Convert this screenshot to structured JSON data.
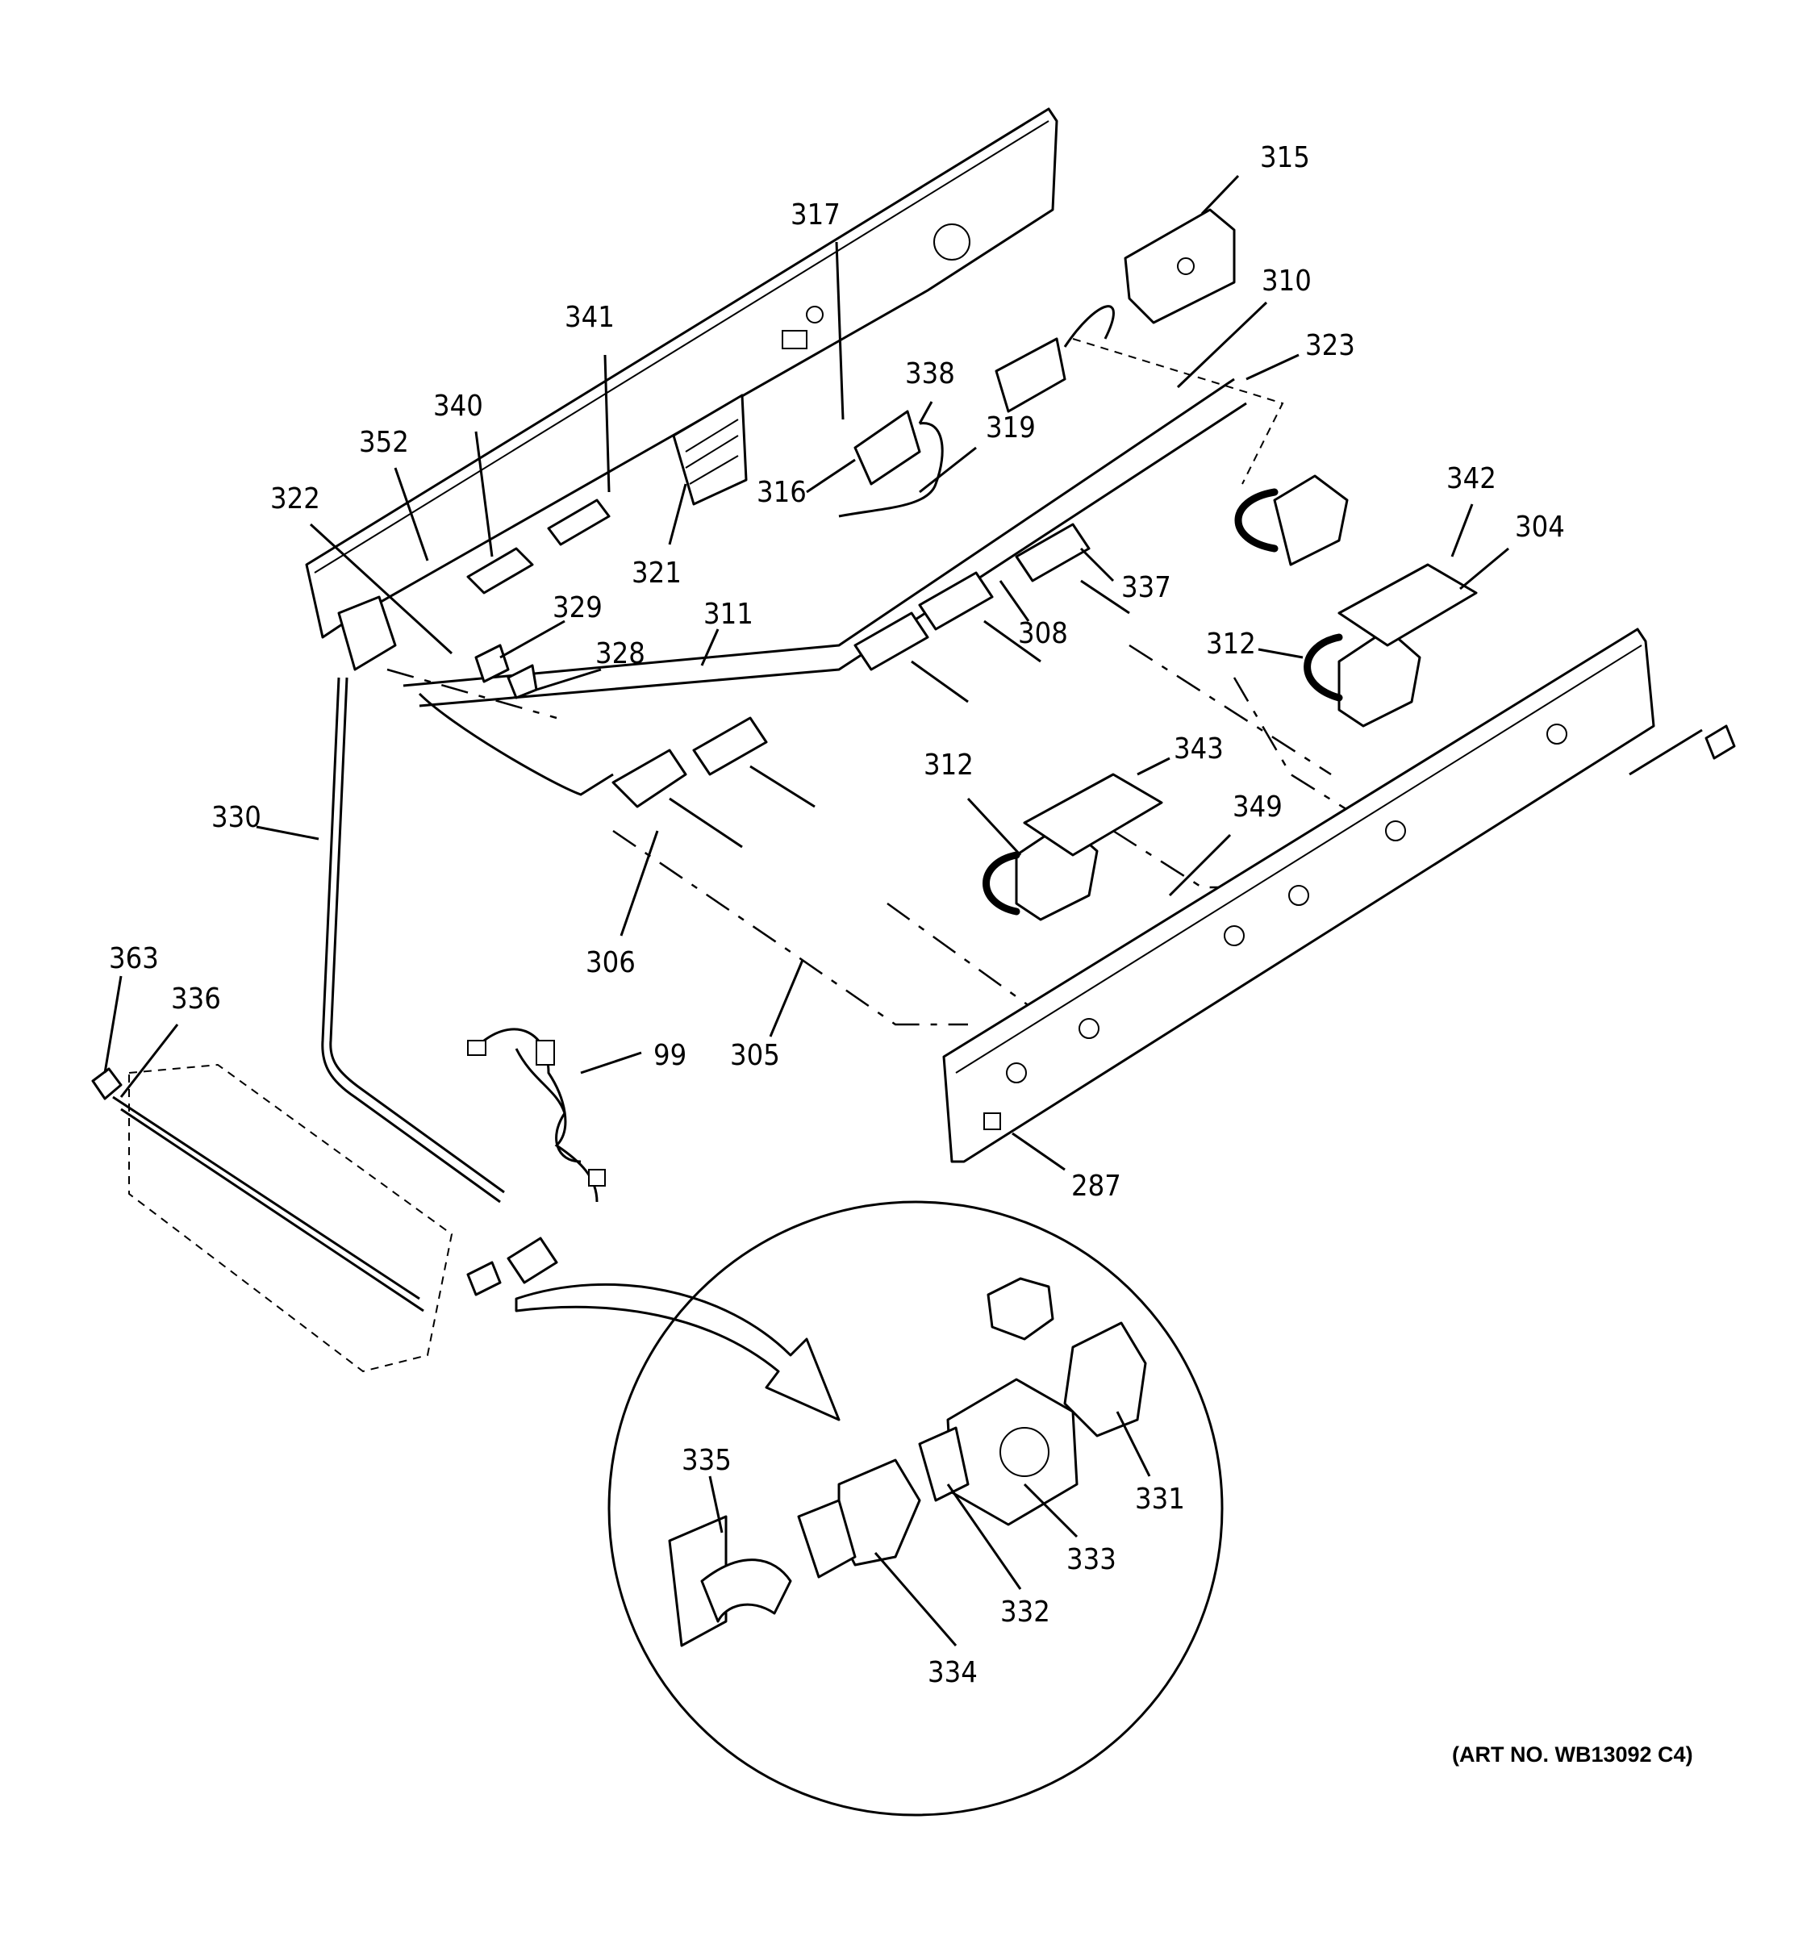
{
  "callouts": {
    "c315": "315",
    "c317": "317",
    "c310": "310",
    "c323": "323",
    "c341": "341",
    "c338": "338",
    "c340": "340",
    "c319": "319",
    "c352": "352",
    "c342": "342",
    "c322": "322",
    "c316": "316",
    "c304": "304",
    "c321": "321",
    "c337": "337",
    "c329": "329",
    "c308": "308",
    "c311": "311",
    "c328": "328",
    "c312a": "312",
    "c343": "343",
    "c312b": "312",
    "c330": "330",
    "c349": "349",
    "c306": "306",
    "c363": "363",
    "c336": "336",
    "c99": "99",
    "c305": "305",
    "c287": "287",
    "c335": "335",
    "c331": "331",
    "c333": "333",
    "c332": "332",
    "c334": "334"
  },
  "art_number": "(ART NO. WB13092 C4)"
}
